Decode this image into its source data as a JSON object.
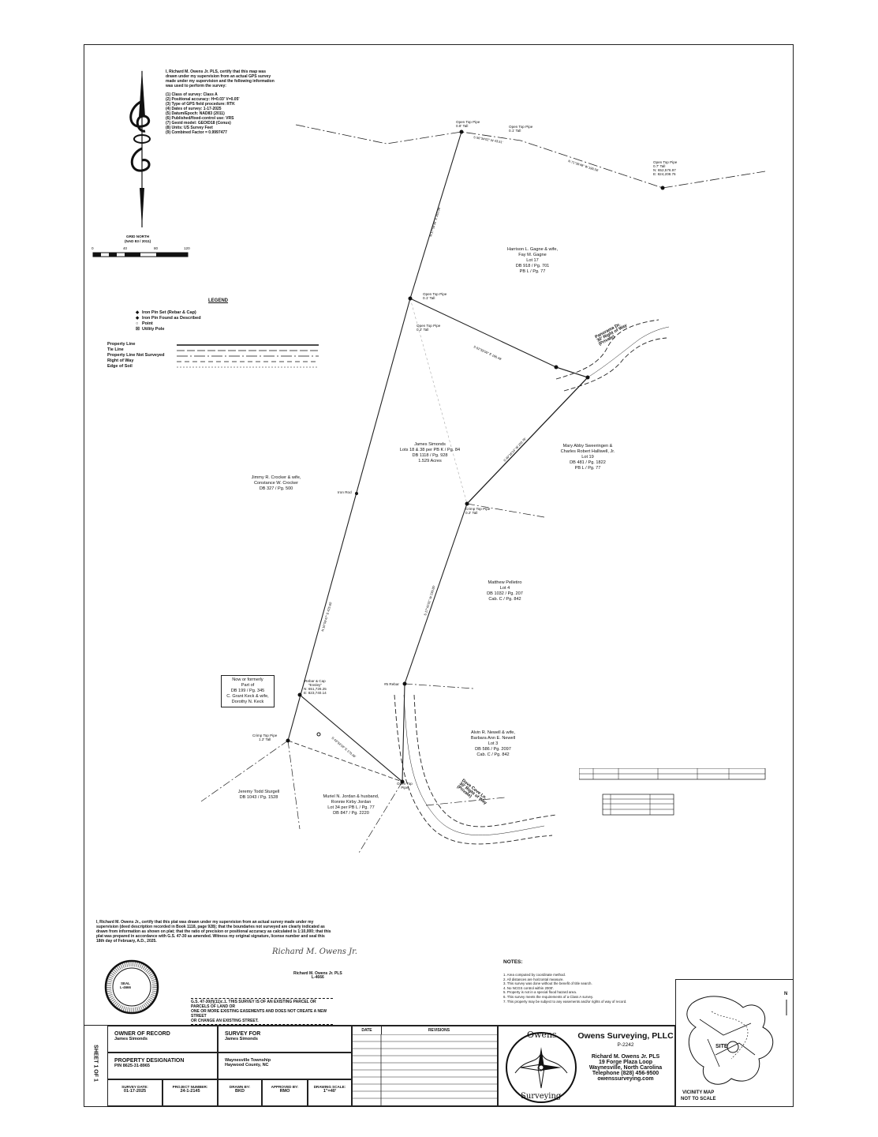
{
  "certificate_top": {
    "lines": [
      "I, Richard M. Owens Jr. PLS, certify that this map was",
      "drawn under my supervision from an actual GPS survey",
      "made under my supervision and the following information",
      "was used to perform the survey:"
    ],
    "items": [
      "(1)   Class of survey: Class A",
      "(2)   Positional accuracy: H=0.03' V=0.05'",
      "(3)   Type of GPS field procedure: RTK",
      "(4)   Dates of survey: 1-17-2025",
      "(5)   Datum/Epoch: NAD83 (2011)",
      "(6)   Published/fixed-control use: VRS",
      "(7)   Geoid model: GEOID18 (Conus)",
      "(8)   Units: US Survey Feet",
      "(9)   Combined Factor = 0.9997477"
    ]
  },
  "north_arrow": {
    "label": "GRID NORTH",
    "datum": "(NAD 83 / 2011)"
  },
  "scale_bar": {
    "ticks": [
      "0",
      "40",
      "80",
      "120"
    ]
  },
  "legend": {
    "title": "LEGEND",
    "symbols": [
      "Iron Pin Set (Rebar & Cap)",
      "Iron Pin Found as Described",
      "Point",
      "Utility Pole"
    ],
    "lines": [
      "Property Line",
      "Tie Line",
      "Property Line Not Surveyed",
      "Right of Way",
      "Edge of Soil"
    ]
  },
  "map": {
    "pipe_top": {
      "name": "Open Top Pipe",
      "detail": "0.8' Tall"
    },
    "pipe_top2": {
      "name": "Open Top Pipe",
      "detail": "0.1' Tall"
    },
    "pipe_ne": {
      "name": "Open Top Pipe",
      "detail": "0.7' Tall",
      "n": "N: 652,576.97",
      "e": "E: 824,208.76"
    },
    "pipe_mid1": {
      "name": "Open Top Pipe",
      "detail": "0.1' Tall"
    },
    "pipe_mid2": {
      "name": "Open Top Pipe",
      "detail": "0.2' Tall"
    },
    "crimp_mid": {
      "name": "Crimp Top Pipe",
      "detail": "0.2' Tall"
    },
    "crimp_sw": {
      "name": "Crimp Top Pipe",
      "detail": "1.2' Tall"
    },
    "iron_rod": "Iron Rod",
    "rebar_found": "#5 Rebar",
    "rebar_cap": {
      "name": "Rebar & Cap",
      "detail": "\"Ensley\"",
      "n": "N: 651,726.25",
      "e": "E: 823,740.14"
    },
    "open_top_pipe_s": {
      "name": "Open Top",
      "detail": "Pipe"
    },
    "road1": {
      "name": "Panorama Dr.",
      "row": "30' Right of Way",
      "type": "(Private)"
    },
    "road2": {
      "name": "Dove Cove Ln.",
      "row": "30' Right of Way",
      "type": "(Private)"
    },
    "owners": [
      {
        "id": "harrison",
        "lines": [
          "Harrison L. Gagne & wife,",
          "Fay M. Gagne",
          "Lot 17",
          "DB 918 / Pg. 701",
          "PB L / Pg. 77"
        ]
      },
      {
        "id": "simonds",
        "lines": [
          "James Simonds",
          "Lots 18 & 38 per PB K / Pg. 84",
          "DB 1118 / Pg. 928",
          "1.529 Acres"
        ]
      },
      {
        "id": "sweeringen",
        "lines": [
          "Mary Abby Sweeringen &",
          "Charles Robert Halliwell, Jr.",
          "Lot 19",
          "DB 481 / Pg. 1822",
          "PB L / Pg. 77"
        ]
      },
      {
        "id": "crocker",
        "lines": [
          "Jimmy R. Crocker & wife,",
          "Constance W. Crocker",
          "DB 327 / Pg. 500"
        ]
      },
      {
        "id": "pelletiro",
        "lines": [
          "Matthew Pelletiro",
          "Lot 4",
          "DB 1032 / Pg. 207",
          "Cab. C / Pg. 842"
        ]
      },
      {
        "id": "newell",
        "lines": [
          "Alvin R. Newell & wife,",
          "Barbara Ann E. Newell",
          "Lot 3",
          "DB 586 / Pg. 2097",
          "Cab. C / Pg. 842"
        ]
      },
      {
        "id": "sturgell",
        "lines": [
          "Jeremy Todd Sturgell",
          "DB 1043 / Pg. 1528"
        ]
      },
      {
        "id": "jordan",
        "lines": [
          "Muriel N. Jordan & husband,",
          "Ronnie Kirby Jordan",
          "Lot 34 per PB L / Pg. 77",
          "DB 847 / Pg. 2220"
        ]
      }
    ],
    "now_formerly": [
      "Now or formerly",
      "Part of",
      "DB 199 / Pg. 345",
      "C. Grant Keck & wife,",
      "Dorothy N. Keck"
    ]
  },
  "certificate_bottom": {
    "text": [
      "I, Richard M. Owens Jr., certify that this plat was drawn under my supervision from an actual survey made under my",
      "supervision (deed description recorded in Book 1118, page 928); that the boundaries not surveyed are clearly indicated as",
      "drawn from information as shown on plat; that the ratio of precision or positional accuracy as calculated is 1:10,000; that this",
      "plat was prepared in accordance with G.S. 47-30 as amended. Witness my original signature, license number and seal this",
      "18th day of February, A.D., 2025."
    ],
    "signature": "Richard M. Owens Jr.",
    "signer": "Richard M. Owens Jr. PLS",
    "license": "L-4666",
    "seal_lines": [
      "NORTH CAROLINA",
      "PROFESSIONAL",
      "SEAL",
      "L-4666",
      "LAND SURVEYOR"
    ]
  },
  "statement": [
    "G.S. 47-30(f)(11)c.1. THIS SURVEY IS OF AN EXISTING PARCEL OR PARCELS OF LAND OR",
    "ONE OR MORE EXISTING EASEMENTS AND DOES NOT CREATE A NEW STREET",
    "OR CHANGE AN EXISTING STREET."
  ],
  "notes": {
    "title": "NOTES:",
    "items": [
      "1.   Area computed by coordinate method.",
      "2.   All distances are horizontal measure.",
      "3.   This survey was done without the benefit of title search.",
      "4.   No NCGS control within 2000'.",
      "5.   Property is not in a special flood hazard area.",
      "6.   This survey meets the requirements of a Class A survey.",
      "7.   This property may be subject to any easements and/or rights of way of record."
    ]
  },
  "vicinity": {
    "title": "VICINITY MAP",
    "subtitle": "NOT TO SCALE",
    "site": "SITE",
    "north": "N"
  },
  "title_block": {
    "sheet": "SHEET 1 OF 1",
    "owner_label": "OWNER OF RECORD",
    "owner_value": "James Simonds",
    "survey_for_label": "SURVEY FOR",
    "survey_for_value": "James Simonds",
    "designation_label": "PROPERTY DESIGNATION",
    "designation_value": "PIN 8625-31-8965",
    "township": "Waynesville Township",
    "county": "Haywood County, NC",
    "date_label": "DATE",
    "revisions_label": "REVISIONS",
    "survey_date_label": "SURVEY DATE:",
    "survey_date": "01-17-2025",
    "project_label": "PROJECT NUMBER:",
    "project": "24-1-2145",
    "drawn_label": "DRAWN BY:",
    "drawn": "BKD",
    "approved_label": "APPROVED BY:",
    "approved": "RMO",
    "scale_label": "DRAWING SCALE:",
    "scale": "1\"=40'"
  },
  "company": {
    "logo_top": "Owens",
    "logo_bottom": "Surveying",
    "name": "Owens Surveying, PLLC",
    "firm": "P-2242",
    "person": "Richard M. Owens Jr. PLS",
    "address": "19 Forge Plaza Loop",
    "city": "Waynesville, North Carolina",
    "phone": "Telephone (828) 456-9500",
    "web": "owenssurveying.com"
  },
  "colors": {
    "ink": "#111111",
    "paper": "#ffffff",
    "hatch": "#555555"
  }
}
